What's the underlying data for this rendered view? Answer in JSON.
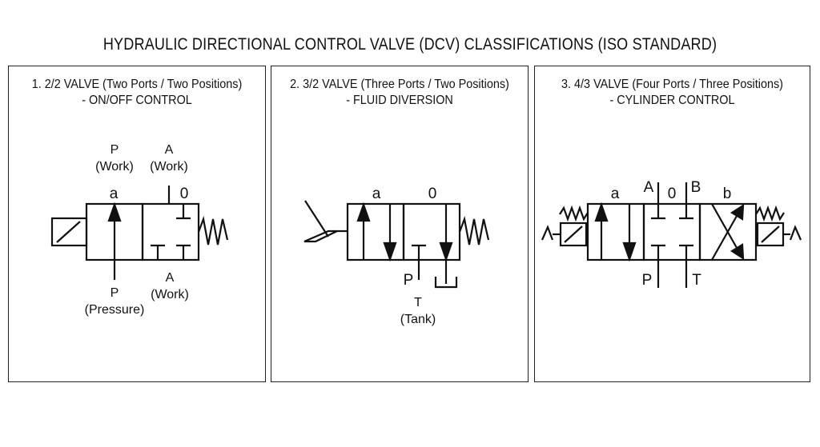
{
  "title": "HYDRAULIC DIRECTIONAL CONTROL VALVE (DCV) CLASSIFICATIONS (ISO STANDARD)",
  "panels": [
    {
      "heading": "1. 2/2 VALVE (Two Ports / Two Positions)",
      "subheading": "- ON/OFF CONTROL",
      "labels": {
        "p_top": "P",
        "p_top_sub": "(Work)",
        "a_top": "A",
        "a_top_sub": "(Work)",
        "pos_a": "a",
        "pos_0": "0",
        "p_bottom": "P",
        "p_bottom_sub": "(Pressure)",
        "a_bottom": "A",
        "a_bottom_sub": "(Work)"
      }
    },
    {
      "heading": "2. 3/2 VALVE (Three Ports / Two Positions)",
      "subheading": "- FLUID DIVERSION",
      "labels": {
        "pos_a": "a",
        "pos_0": "0",
        "p": "P",
        "t": "T",
        "t_sub": "(Tank)"
      }
    },
    {
      "heading": "3. 4/3 VALVE (Four Ports / Three Positions)",
      "subheading": "- CYLINDER CONTROL",
      "labels": {
        "pos_a": "a",
        "a": "A",
        "pos_0": "0",
        "b": "B",
        "pos_b": "b",
        "p": "P",
        "t": "T"
      }
    }
  ]
}
